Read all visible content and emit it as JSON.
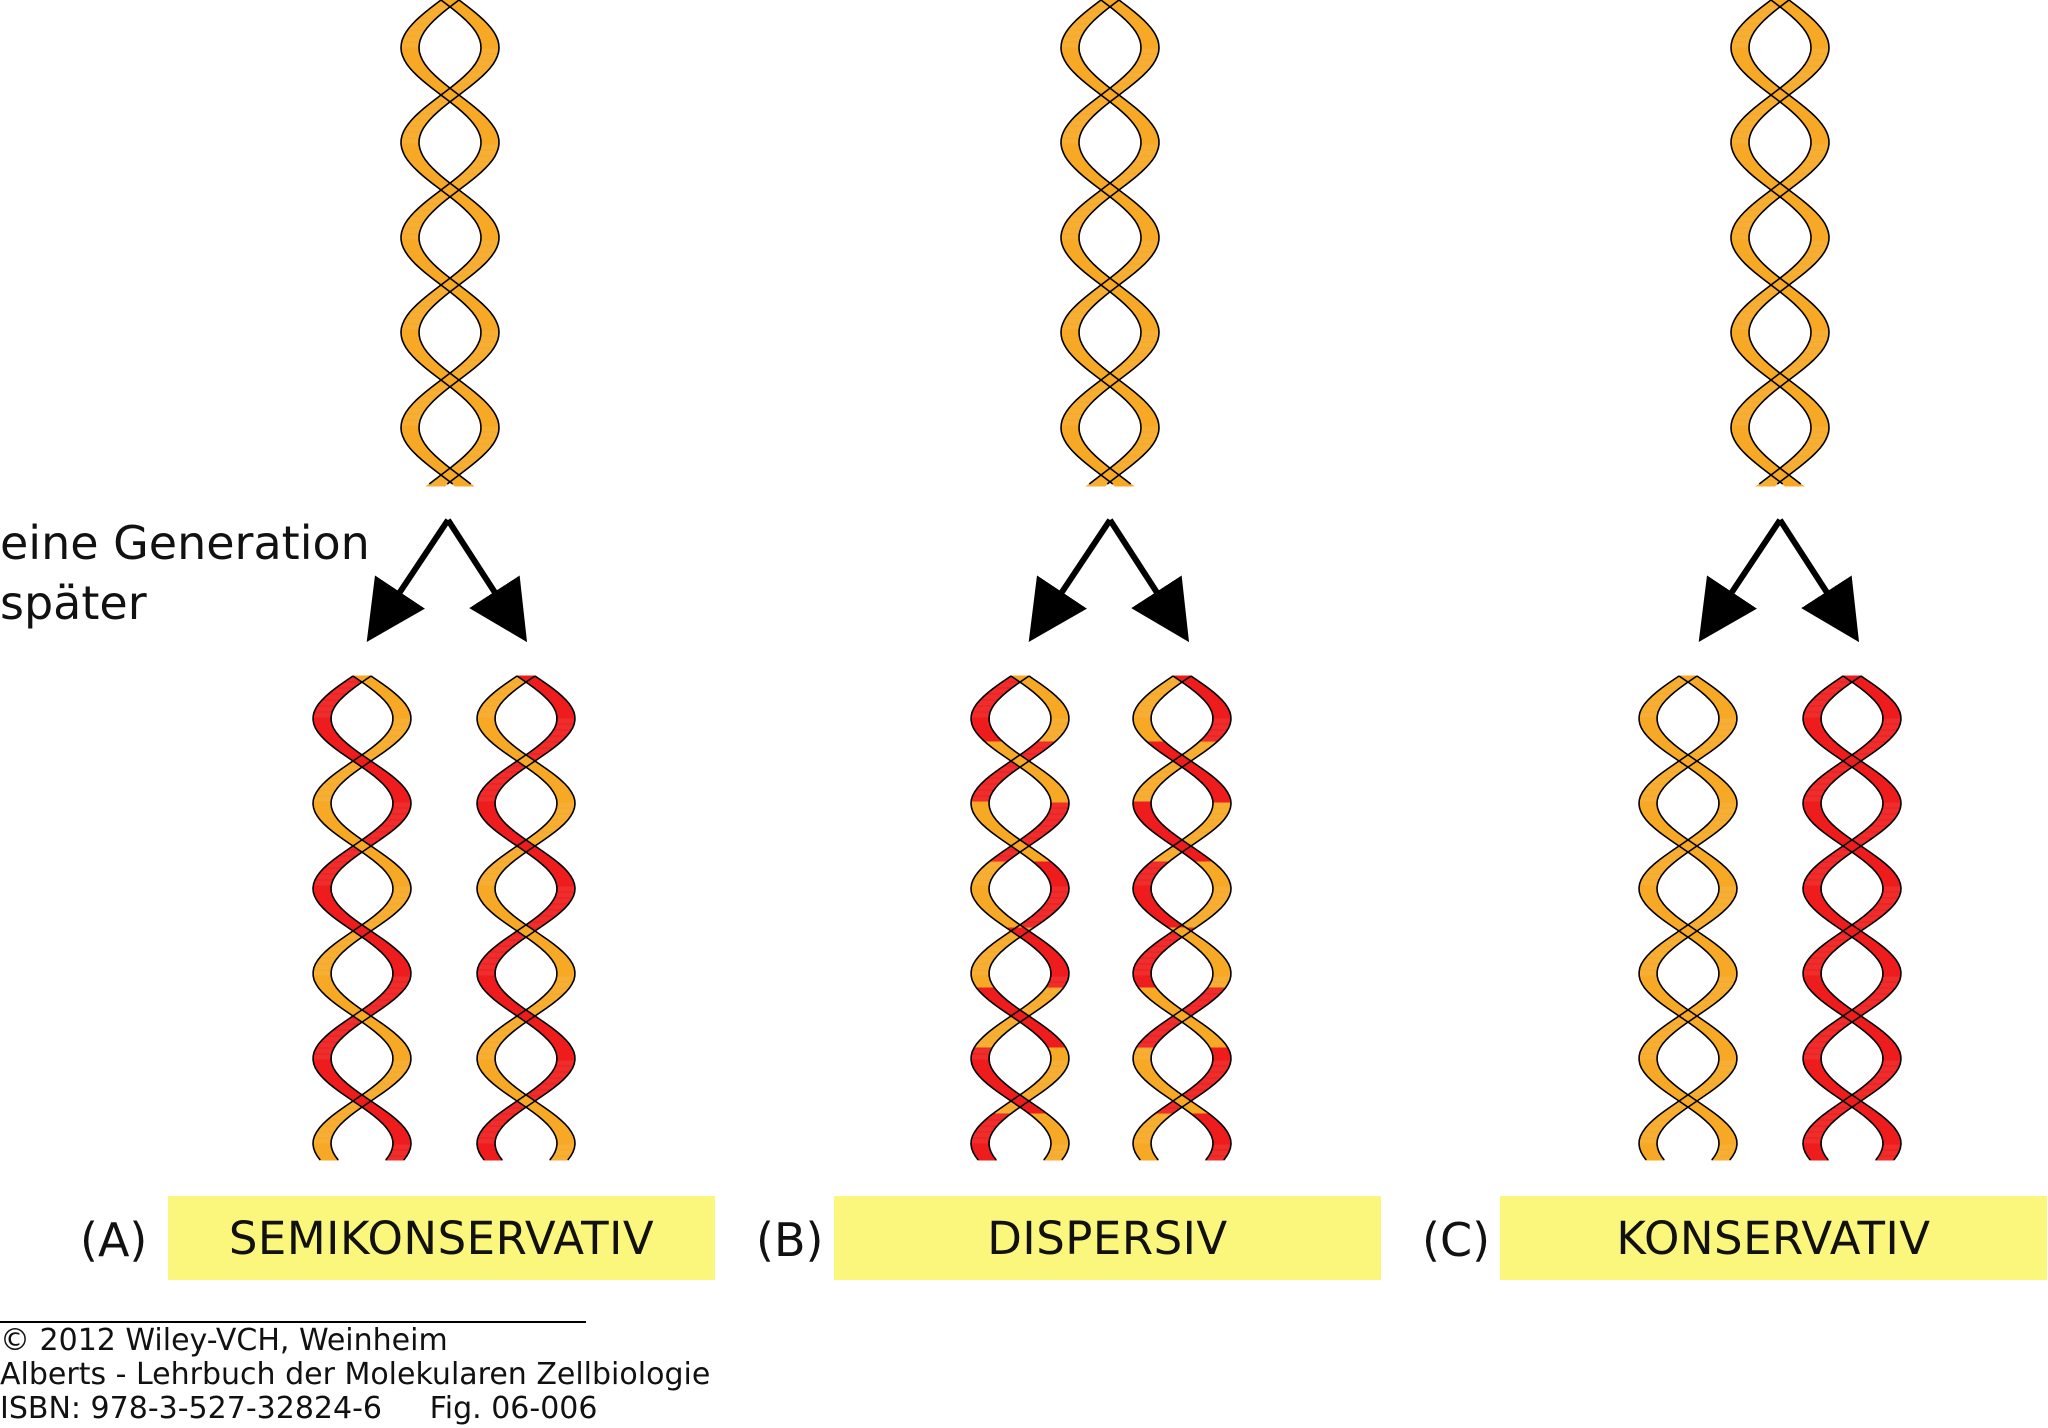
{
  "generation_label": {
    "line1": "eine Generation",
    "line2": "später"
  },
  "colors": {
    "parental_strand": "#f7a824",
    "new_strand": "#ee1c1c",
    "label_box": "#fbf77c",
    "outline": "#000000"
  },
  "panels": [
    {
      "letter": "(A)",
      "model": "SEMIKONSERVATIV",
      "parent_helix": [
        "orange",
        "orange"
      ],
      "daughter_helices": [
        {
          "strand_1": "orange",
          "strand_2": "red",
          "pattern": "solid"
        },
        {
          "strand_1": "red",
          "strand_2": "orange",
          "pattern": "solid"
        }
      ]
    },
    {
      "letter": "(B)",
      "model": "DISPERSIV",
      "parent_helix": [
        "orange",
        "orange"
      ],
      "daughter_helices": [
        {
          "strand_1": "orange/red",
          "strand_2": "red/orange",
          "pattern": "mixed segments"
        },
        {
          "strand_1": "red/orange",
          "strand_2": "orange/red",
          "pattern": "mixed segments"
        }
      ]
    },
    {
      "letter": "(C)",
      "model": "KONSERVATIV",
      "parent_helix": [
        "orange",
        "orange"
      ],
      "daughter_helices": [
        {
          "strand_1": "orange",
          "strand_2": "orange",
          "pattern": "solid"
        },
        {
          "strand_1": "red",
          "strand_2": "red",
          "pattern": "solid"
        }
      ]
    }
  ],
  "footer": {
    "copyright": "© 2012 Wiley-VCH, Weinheim",
    "book": "Alberts - Lehrbuch der Molekularen Zellbiologie",
    "isbn_fig": "ISBN: 978-3-527-32824-6     Fig. 06-006"
  }
}
